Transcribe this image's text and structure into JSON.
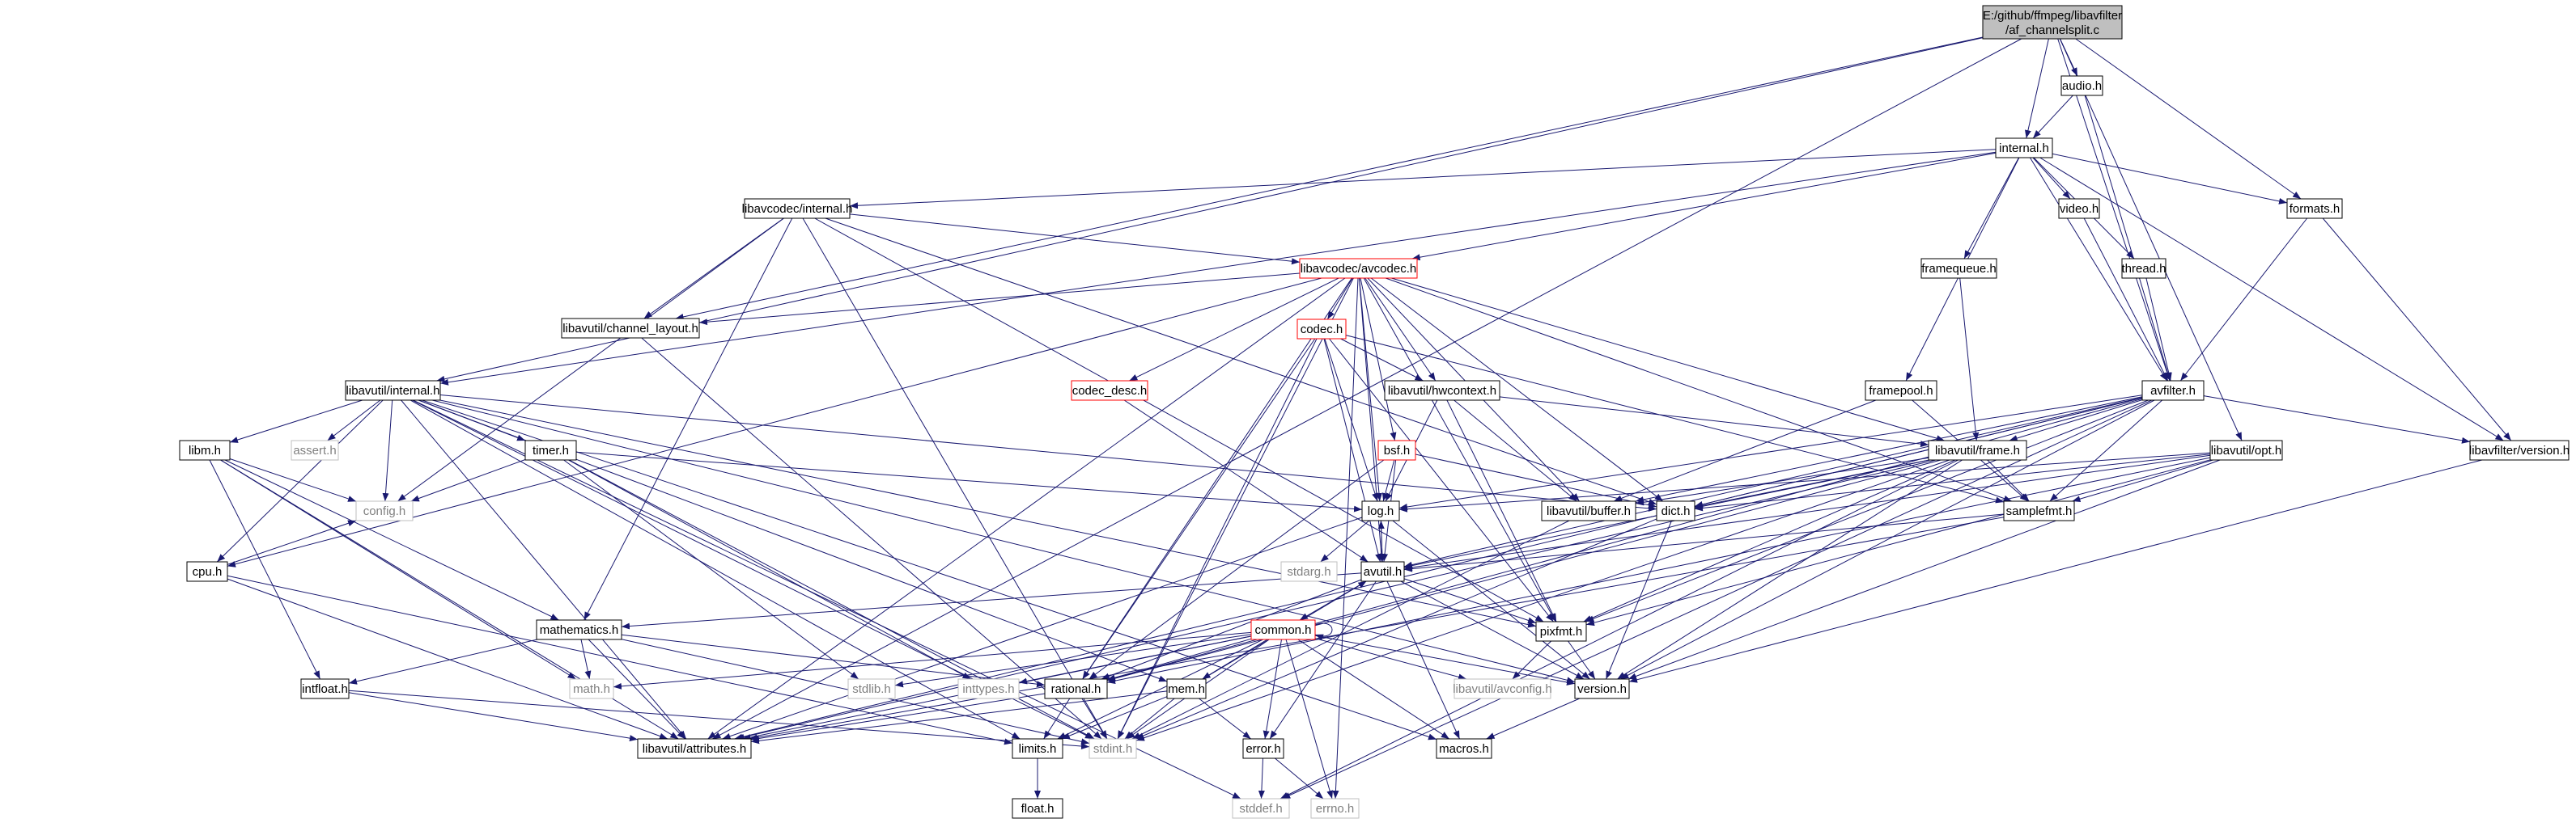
{
  "nodes": [
    {
      "id": "root",
      "label": "E:/github/ffmpeg/libavfilter",
      "label2": "/af_channelsplit.c",
      "style": "root"
    },
    {
      "id": "audio",
      "label": "audio.h",
      "style": "normal"
    },
    {
      "id": "internal",
      "label": "internal.h",
      "style": "normal"
    },
    {
      "id": "lavcinternal",
      "label": "libavcodec/internal.h",
      "style": "normal"
    },
    {
      "id": "avcodec",
      "label": "libavcodec/avcodec.h",
      "style": "red"
    },
    {
      "id": "formats",
      "label": "formats.h",
      "style": "normal"
    },
    {
      "id": "video",
      "label": "video.h",
      "style": "normal"
    },
    {
      "id": "framequeue",
      "label": "framequeue.h",
      "style": "normal"
    },
    {
      "id": "thread",
      "label": "thread.h",
      "style": "normal"
    },
    {
      "id": "chlayout",
      "label": "libavutil/channel_layout.h",
      "style": "normal"
    },
    {
      "id": "codec",
      "label": "codec.h",
      "style": "red"
    },
    {
      "id": "codecdesc",
      "label": "codec_desc.h",
      "style": "red"
    },
    {
      "id": "hwcontext",
      "label": "libavutil/hwcontext.h",
      "style": "normal"
    },
    {
      "id": "framepool",
      "label": "framepool.h",
      "style": "normal"
    },
    {
      "id": "avfilter",
      "label": "avfilter.h",
      "style": "normal"
    },
    {
      "id": "lavuinternal",
      "label": "libavutil/internal.h",
      "style": "normal"
    },
    {
      "id": "libm",
      "label": "libm.h",
      "style": "normal"
    },
    {
      "id": "assert",
      "label": "assert.h",
      "style": "gray"
    },
    {
      "id": "timer",
      "label": "timer.h",
      "style": "normal"
    },
    {
      "id": "bsf",
      "label": "bsf.h",
      "style": "red"
    },
    {
      "id": "lavuframe",
      "label": "libavutil/frame.h",
      "style": "normal"
    },
    {
      "id": "lavuopt",
      "label": "libavutil/opt.h",
      "style": "normal"
    },
    {
      "id": "lavfversion",
      "label": "libavfilter/version.h",
      "style": "normal"
    },
    {
      "id": "config",
      "label": "config.h",
      "style": "gray"
    },
    {
      "id": "log",
      "label": "log.h",
      "style": "normal"
    },
    {
      "id": "lavubuffer",
      "label": "libavutil/buffer.h",
      "style": "normal"
    },
    {
      "id": "dict",
      "label": "dict.h",
      "style": "normal"
    },
    {
      "id": "samplefmt",
      "label": "samplefmt.h",
      "style": "normal"
    },
    {
      "id": "cpu",
      "label": "cpu.h",
      "style": "normal"
    },
    {
      "id": "stdarg",
      "label": "stdarg.h",
      "style": "gray"
    },
    {
      "id": "avutil",
      "label": "avutil.h",
      "style": "normal"
    },
    {
      "id": "mathematics",
      "label": "mathematics.h",
      "style": "normal"
    },
    {
      "id": "common",
      "label": "common.h",
      "style": "red"
    },
    {
      "id": "pixfmt",
      "label": "pixfmt.h",
      "style": "normal"
    },
    {
      "id": "intfloat",
      "label": "intfloat.h",
      "style": "normal"
    },
    {
      "id": "math",
      "label": "math.h",
      "style": "gray"
    },
    {
      "id": "stdlib",
      "label": "stdlib.h",
      "style": "gray"
    },
    {
      "id": "inttypes",
      "label": "inttypes.h",
      "style": "gray"
    },
    {
      "id": "rational",
      "label": "rational.h",
      "style": "normal"
    },
    {
      "id": "mem",
      "label": "mem.h",
      "style": "normal"
    },
    {
      "id": "avconfig",
      "label": "libavutil/avconfig.h",
      "style": "gray"
    },
    {
      "id": "version",
      "label": "version.h",
      "style": "normal"
    },
    {
      "id": "attributes",
      "label": "libavutil/attributes.h",
      "style": "normal"
    },
    {
      "id": "limits",
      "label": "limits.h",
      "style": "normal"
    },
    {
      "id": "stdint",
      "label": "stdint.h",
      "style": "gray"
    },
    {
      "id": "error",
      "label": "error.h",
      "style": "normal"
    },
    {
      "id": "macros",
      "label": "macros.h",
      "style": "normal"
    },
    {
      "id": "float",
      "label": "float.h",
      "style": "normal"
    },
    {
      "id": "stddef",
      "label": "stddef.h",
      "style": "gray"
    },
    {
      "id": "errno",
      "label": "errno.h",
      "style": "gray"
    }
  ],
  "edges": [
    [
      "root",
      "audio"
    ],
    [
      "root",
      "internal"
    ],
    [
      "root",
      "formats"
    ],
    [
      "root",
      "avfilter"
    ],
    [
      "root",
      "lavuinternal"
    ],
    [
      "root",
      "chlayout"
    ],
    [
      "root",
      "attributes"
    ],
    [
      "root",
      "lavuopt"
    ],
    [
      "audio",
      "internal"
    ],
    [
      "audio",
      "avfilter"
    ],
    [
      "internal",
      "lavcinternal"
    ],
    [
      "internal",
      "avcodec"
    ],
    [
      "internal",
      "formats"
    ],
    [
      "internal",
      "video"
    ],
    [
      "internal",
      "framequeue"
    ],
    [
      "internal",
      "thread"
    ],
    [
      "internal",
      "framepool"
    ],
    [
      "internal",
      "avfilter"
    ],
    [
      "internal",
      "lavuinternal"
    ],
    [
      "internal",
      "lavfversion"
    ],
    [
      "lavcinternal",
      "avcodec"
    ],
    [
      "lavcinternal",
      "chlayout"
    ],
    [
      "lavcinternal",
      "config"
    ],
    [
      "lavcinternal",
      "mathematics"
    ],
    [
      "lavcinternal",
      "stdint"
    ],
    [
      "lavcinternal",
      "pixfmt"
    ],
    [
      "lavcinternal",
      "dict"
    ],
    [
      "avcodec",
      "chlayout"
    ],
    [
      "avcodec",
      "codec"
    ],
    [
      "avcodec",
      "codecdesc"
    ],
    [
      "avcodec",
      "hwcontext"
    ],
    [
      "avcodec",
      "bsf"
    ],
    [
      "avcodec",
      "lavuframe"
    ],
    [
      "avcodec",
      "log"
    ],
    [
      "avcodec",
      "lavubuffer"
    ],
    [
      "avcodec",
      "dict"
    ],
    [
      "avcodec",
      "samplefmt"
    ],
    [
      "avcodec",
      "avutil"
    ],
    [
      "avcodec",
      "pixfmt"
    ],
    [
      "avcodec",
      "rational"
    ],
    [
      "avcodec",
      "attributes"
    ],
    [
      "avcodec",
      "stdint"
    ],
    [
      "avcodec",
      "cpu"
    ],
    [
      "avcodec",
      "errno"
    ],
    [
      "formats",
      "avfilter"
    ],
    [
      "formats",
      "lavfversion"
    ],
    [
      "video",
      "avfilter"
    ],
    [
      "thread",
      "avfilter"
    ],
    [
      "framequeue",
      "lavuframe"
    ],
    [
      "framepool",
      "lavubuffer"
    ],
    [
      "framepool",
      "samplefmt"
    ],
    [
      "chlayout",
      "stdint"
    ],
    [
      "codec",
      "hwcontext"
    ],
    [
      "codec",
      "log"
    ],
    [
      "codec",
      "avutil"
    ],
    [
      "codec",
      "pixfmt"
    ],
    [
      "codec",
      "rational"
    ],
    [
      "codec",
      "samplefmt"
    ],
    [
      "codec",
      "stdint"
    ],
    [
      "codecdesc",
      "avutil"
    ],
    [
      "hwcontext",
      "lavuframe"
    ],
    [
      "hwcontext",
      "lavubuffer"
    ],
    [
      "hwcontext",
      "pixfmt"
    ],
    [
      "hwcontext",
      "log"
    ],
    [
      "bsf",
      "log"
    ],
    [
      "bsf",
      "avutil"
    ],
    [
      "bsf",
      "dict"
    ],
    [
      "bsf",
      "rational"
    ],
    [
      "avfilter",
      "lavfversion"
    ],
    [
      "avfilter",
      "lavuframe"
    ],
    [
      "avfilter",
      "log"
    ],
    [
      "avfilter",
      "lavubuffer"
    ],
    [
      "avfilter",
      "dict"
    ],
    [
      "avfilter",
      "samplefmt"
    ],
    [
      "avfilter",
      "avutil"
    ],
    [
      "avfilter",
      "pixfmt"
    ],
    [
      "avfilter",
      "rational"
    ],
    [
      "avfilter",
      "version"
    ],
    [
      "avfilter",
      "attributes"
    ],
    [
      "avfilter",
      "stddef"
    ],
    [
      "lavuinternal",
      "libm"
    ],
    [
      "lavuinternal",
      "assert"
    ],
    [
      "lavuinternal",
      "timer"
    ],
    [
      "lavuinternal",
      "config"
    ],
    [
      "lavuinternal",
      "cpu"
    ],
    [
      "lavuinternal",
      "attributes"
    ],
    [
      "lavuinternal",
      "dict"
    ],
    [
      "lavuinternal",
      "pixfmt"
    ],
    [
      "lavuinternal",
      "version"
    ],
    [
      "lavuinternal",
      "mem"
    ],
    [
      "lavuinternal",
      "stdint"
    ],
    [
      "lavuinternal",
      "macros"
    ],
    [
      "lavuinternal",
      "limits"
    ],
    [
      "lavuinternal",
      "stddef"
    ],
    [
      "libm",
      "config"
    ],
    [
      "libm",
      "attributes"
    ],
    [
      "libm",
      "intfloat"
    ],
    [
      "libm",
      "mathematics"
    ],
    [
      "libm",
      "math"
    ],
    [
      "timer",
      "config"
    ],
    [
      "timer",
      "log"
    ],
    [
      "timer",
      "inttypes"
    ],
    [
      "timer",
      "stdlib"
    ],
    [
      "timer",
      "stdint"
    ],
    [
      "lavuframe",
      "avutil"
    ],
    [
      "lavuframe",
      "lavubuffer"
    ],
    [
      "lavuframe",
      "dict"
    ],
    [
      "lavuframe",
      "rational"
    ],
    [
      "lavuframe",
      "samplefmt"
    ],
    [
      "lavuframe",
      "pixfmt"
    ],
    [
      "lavuframe",
      "version"
    ],
    [
      "lavuframe",
      "attributes"
    ],
    [
      "lavuframe",
      "stdint"
    ],
    [
      "lavuframe",
      "stddef"
    ],
    [
      "lavuopt",
      "log"
    ],
    [
      "lavuopt",
      "dict"
    ],
    [
      "lavuopt",
      "samplefmt"
    ],
    [
      "lavuopt",
      "avutil"
    ],
    [
      "lavuopt",
      "pixfmt"
    ],
    [
      "lavuopt",
      "rational"
    ],
    [
      "lavuopt",
      "version"
    ],
    [
      "lavfversion",
      "version"
    ],
    [
      "log",
      "stdarg"
    ],
    [
      "log",
      "avutil"
    ],
    [
      "log",
      "version"
    ],
    [
      "log",
      "attributes"
    ],
    [
      "lavubuffer",
      "stdint"
    ],
    [
      "dict",
      "version"
    ],
    [
      "dict",
      "stdint"
    ],
    [
      "samplefmt",
      "avutil"
    ],
    [
      "samplefmt",
      "attributes"
    ],
    [
      "cpu",
      "config"
    ],
    [
      "cpu",
      "attributes"
    ],
    [
      "cpu",
      "limits"
    ],
    [
      "avutil",
      "common"
    ],
    [
      "avutil",
      "error"
    ],
    [
      "avutil",
      "version"
    ],
    [
      "avutil",
      "mathematics"
    ],
    [
      "avutil",
      "rational"
    ],
    [
      "avutil",
      "log"
    ],
    [
      "avutil",
      "pixfmt"
    ],
    [
      "avutil",
      "macros"
    ],
    [
      "mathematics",
      "math"
    ],
    [
      "mathematics",
      "attributes"
    ],
    [
      "mathematics",
      "rational"
    ],
    [
      "mathematics",
      "stdint"
    ],
    [
      "mathematics",
      "intfloat"
    ],
    [
      "common",
      "common"
    ],
    [
      "common",
      "attributes"
    ],
    [
      "common",
      "macros"
    ],
    [
      "common",
      "version"
    ],
    [
      "common",
      "mem"
    ],
    [
      "common",
      "avconfig"
    ],
    [
      "common",
      "error"
    ],
    [
      "common",
      "rational"
    ],
    [
      "common",
      "inttypes"
    ],
    [
      "common",
      "stdlib"
    ],
    [
      "common",
      "math"
    ],
    [
      "common",
      "stdint"
    ],
    [
      "common",
      "limits"
    ],
    [
      "common",
      "errno"
    ],
    [
      "pixfmt",
      "avconfig"
    ],
    [
      "pixfmt",
      "version"
    ],
    [
      "intfloat",
      "attributes"
    ],
    [
      "intfloat",
      "stdint"
    ],
    [
      "rational",
      "attributes"
    ],
    [
      "rational",
      "limits"
    ],
    [
      "rational",
      "stdint"
    ],
    [
      "mem",
      "attributes"
    ],
    [
      "mem",
      "error"
    ],
    [
      "mem",
      "avutil"
    ],
    [
      "mem",
      "limits"
    ],
    [
      "mem",
      "stdint"
    ],
    [
      "version",
      "macros"
    ],
    [
      "limits",
      "float"
    ],
    [
      "error",
      "errno"
    ],
    [
      "error",
      "stddef"
    ]
  ],
  "colors": {
    "normal_border": "#000000",
    "red_border": "#ff0000",
    "gray_border": "#bfbfbf",
    "root_fill": "#bfbfbf",
    "edge": "#191970"
  }
}
